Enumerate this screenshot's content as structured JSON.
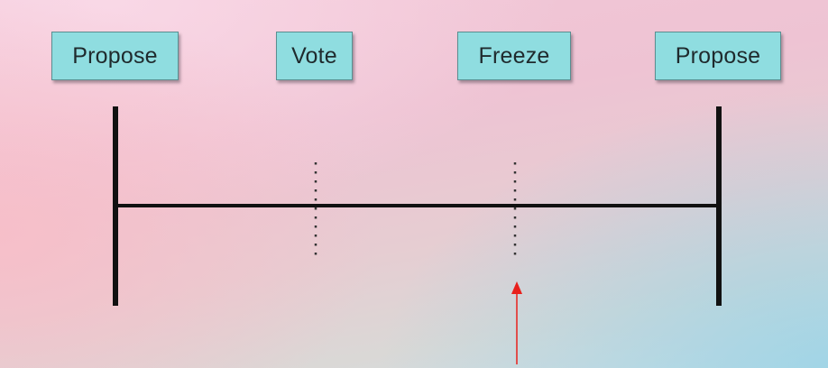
{
  "labels": {
    "propose_left": "Propose",
    "vote": "Vote",
    "freeze": "Freeze",
    "propose_right": "Propose"
  },
  "colors": {
    "box_fill": "#8fdde0",
    "line": "#111111",
    "arrow": "#e8201c"
  }
}
